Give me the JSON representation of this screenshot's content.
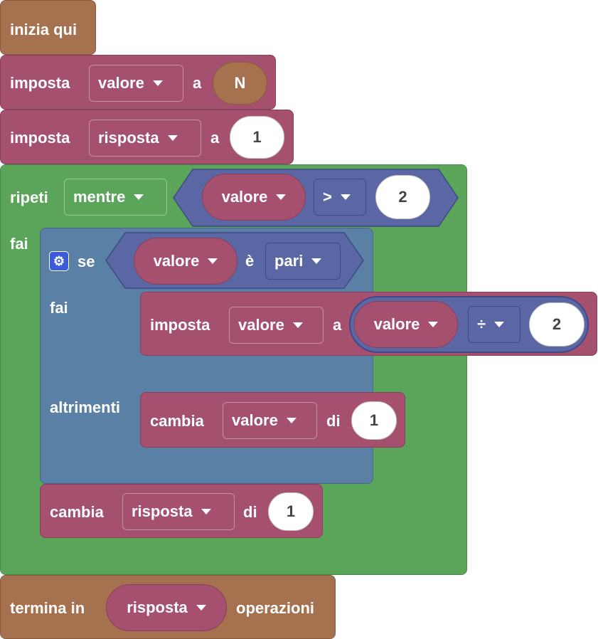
{
  "start": {
    "label": "inizia qui"
  },
  "set1": {
    "keyword": "imposta",
    "var": "valore",
    "to": "a",
    "value": "N"
  },
  "set2": {
    "keyword": "imposta",
    "var": "risposta",
    "to": "a",
    "value": "1"
  },
  "loop": {
    "keyword": "ripeti",
    "mode": "mentre",
    "cond": {
      "var": "valore",
      "op": ">",
      "value": "2"
    },
    "do_label": "fai"
  },
  "ifblock": {
    "keyword": "se",
    "var": "valore",
    "is": "è",
    "prop": "pari",
    "then_label": "fai",
    "else_label": "altrimenti",
    "then_stmt": {
      "keyword": "imposta",
      "var": "valore",
      "to": "a",
      "left": "valore",
      "op": "÷",
      "right": "2"
    },
    "else_stmt": {
      "keyword": "cambia",
      "var": "valore",
      "by": "di",
      "value": "1"
    }
  },
  "change2": {
    "keyword": "cambia",
    "var": "risposta",
    "by": "di",
    "value": "1"
  },
  "end": {
    "prefix": "termina in",
    "var": "risposta",
    "suffix": "operazioni"
  },
  "colors": {
    "brown": "#a5714f",
    "pink": "#a5506f",
    "green": "#5ba55b",
    "blue": "#5b80a5",
    "operator": "#5b67a5"
  }
}
